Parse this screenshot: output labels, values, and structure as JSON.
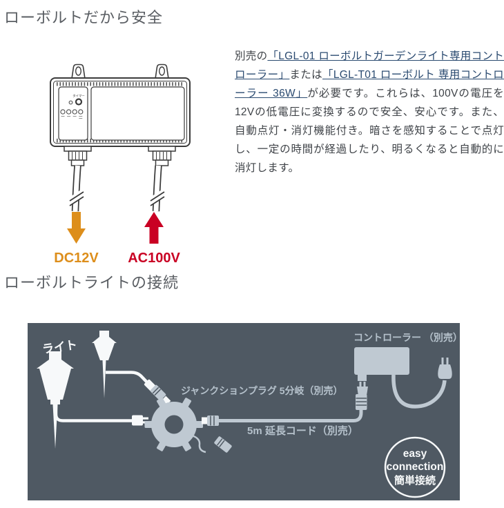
{
  "section_safety": {
    "heading": "ローボルトだから安全",
    "device": {
      "timer_label": "タイマー",
      "dc_label": "DC12V",
      "ac_label": "AC100V",
      "dc_color": "#dd8e1b",
      "ac_color": "#c90023"
    },
    "description": {
      "prefix": "別売の",
      "link1": "「LGL-01 ローボルトガーデンライト専用コントローラー」",
      "middle": "または",
      "link2": "「LGL-T01 ローボルト 専用コントローラー 36W」",
      "suffix": "が必要です。これらは、100Vの電圧を12Vの低電圧に変換するので安全、安心です。また、自動点灯・消灯機能付き。暗さを感知することで点灯し、一定の時間が経過したり、明るくなると自動的に消灯します。"
    }
  },
  "section_connection": {
    "heading": "ローボルトライトの接続",
    "diagram": {
      "panel_color": "#4f5963",
      "shape_color": "#bfc9d2",
      "light_label": "ライト",
      "junction_label": "ジャンクションプラグ 5分岐（別売）",
      "extension_label": "5m 延長コード（別売）",
      "controller_label": "コントローラー （別売）",
      "badge_line1": "easy",
      "badge_line2": "connection",
      "badge_line3": "簡単接続"
    }
  }
}
